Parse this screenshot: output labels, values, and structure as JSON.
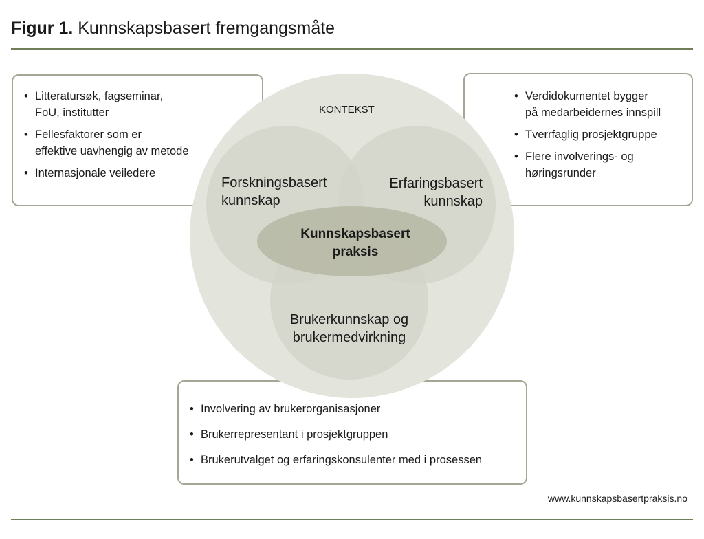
{
  "figure": {
    "number_label": "Figur 1.",
    "title": "Kunnskapsbasert fremgangsmåte"
  },
  "venn": {
    "context_label": "KONTEKST",
    "research": [
      "Forskningsbasert",
      "kunnskap"
    ],
    "experience": [
      "Erfaringsbasert",
      "kunnskap"
    ],
    "core": [
      "Kunnskapsbasert",
      "praksis"
    ],
    "user": [
      "Brukerkunnskap og",
      "brukermedvirkning"
    ],
    "colors": {
      "context_fill": "#e3e4dc",
      "circle_fill": "#d3d4c8",
      "core_fill": "#b6b9a4"
    }
  },
  "left_box": {
    "items": [
      [
        "Litteratursøk, fagseminar,",
        "FoU, institutter"
      ],
      [
        "Fellesfaktorer som er",
        "effektive uavhengig av metode"
      ],
      [
        "Internasjonale veiledere"
      ]
    ]
  },
  "right_box": {
    "items": [
      [
        "Verdidokumentet bygger",
        "på medarbeidernes innspill"
      ],
      [
        "Tverrfaglig prosjektgruppe"
      ],
      [
        "Flere involverings- og",
        "høringsrunder"
      ]
    ]
  },
  "bottom_box": {
    "items": [
      "Involvering av brukerorganisasjoner",
      "Brukerrepresentant i prosjektgruppen",
      "Brukerutvalget og erfaringskonsulenter med i prosessen"
    ]
  },
  "source": "www.kunnskapsbasertpraksis.no",
  "colors": {
    "rule": "#6f7f5a",
    "box_border": "#a6a696"
  }
}
